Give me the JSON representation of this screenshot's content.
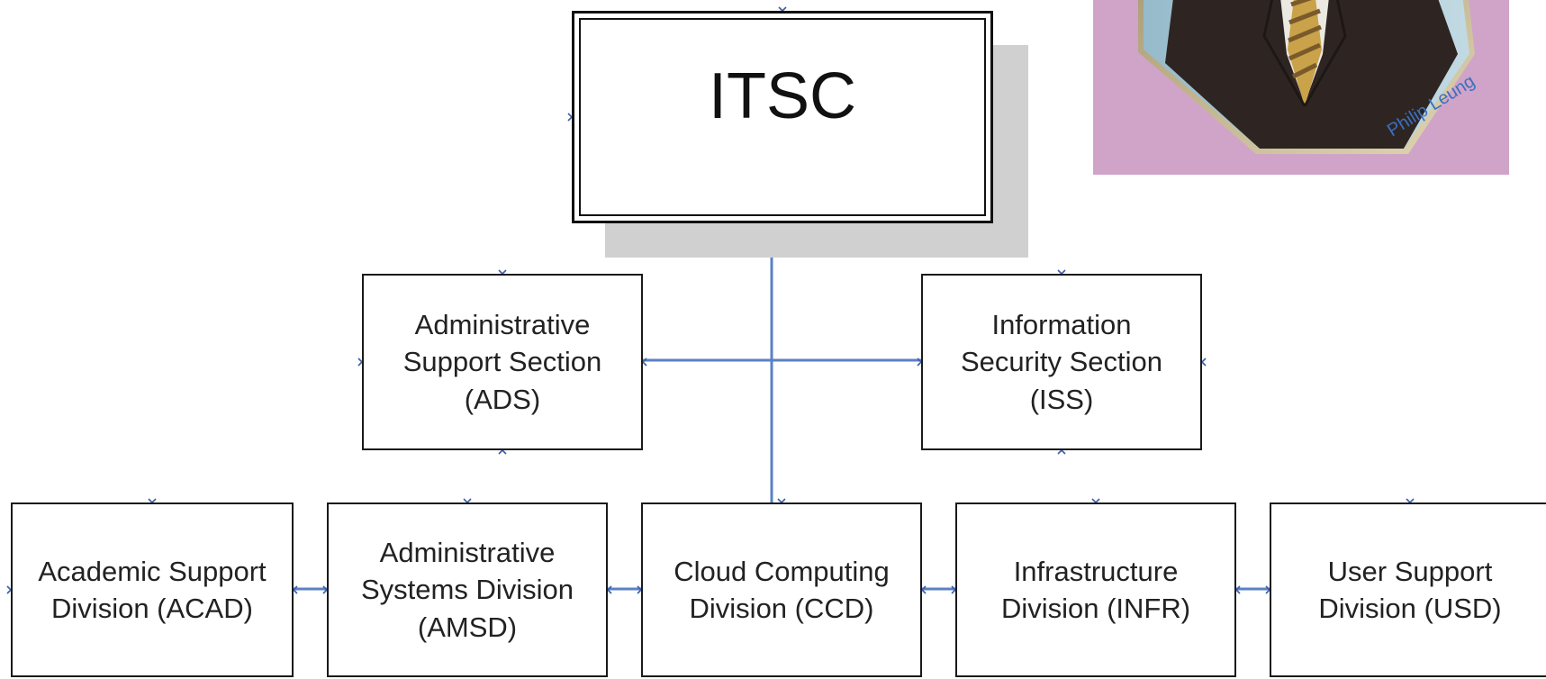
{
  "top": {
    "title": "ITSC"
  },
  "sections": [
    {
      "id": "ads",
      "lines": [
        "Administrative",
        "Support Section",
        "(ADS)"
      ]
    },
    {
      "id": "iss",
      "lines": [
        "Information",
        "Security Section",
        "(ISS)"
      ]
    }
  ],
  "divisions": [
    {
      "id": "acad",
      "lines": [
        "Academic Support",
        "Division (ACAD)"
      ]
    },
    {
      "id": "amsd",
      "lines": [
        "Administrative",
        "Systems Division",
        "(AMSD)"
      ]
    },
    {
      "id": "ccd",
      "lines": [
        "Cloud Computing",
        "Division (CCD)"
      ]
    },
    {
      "id": "infr",
      "lines": [
        "Infrastructure",
        "Division (INFR)"
      ]
    },
    {
      "id": "usd",
      "lines": [
        "User Support",
        "Division (USD)"
      ]
    }
  ],
  "photo": {
    "name": "Philip Leung"
  },
  "colors": {
    "connector": "#5b80c4",
    "handle": "#3a5ea8",
    "photo_bg": "#d0a4c8"
  }
}
